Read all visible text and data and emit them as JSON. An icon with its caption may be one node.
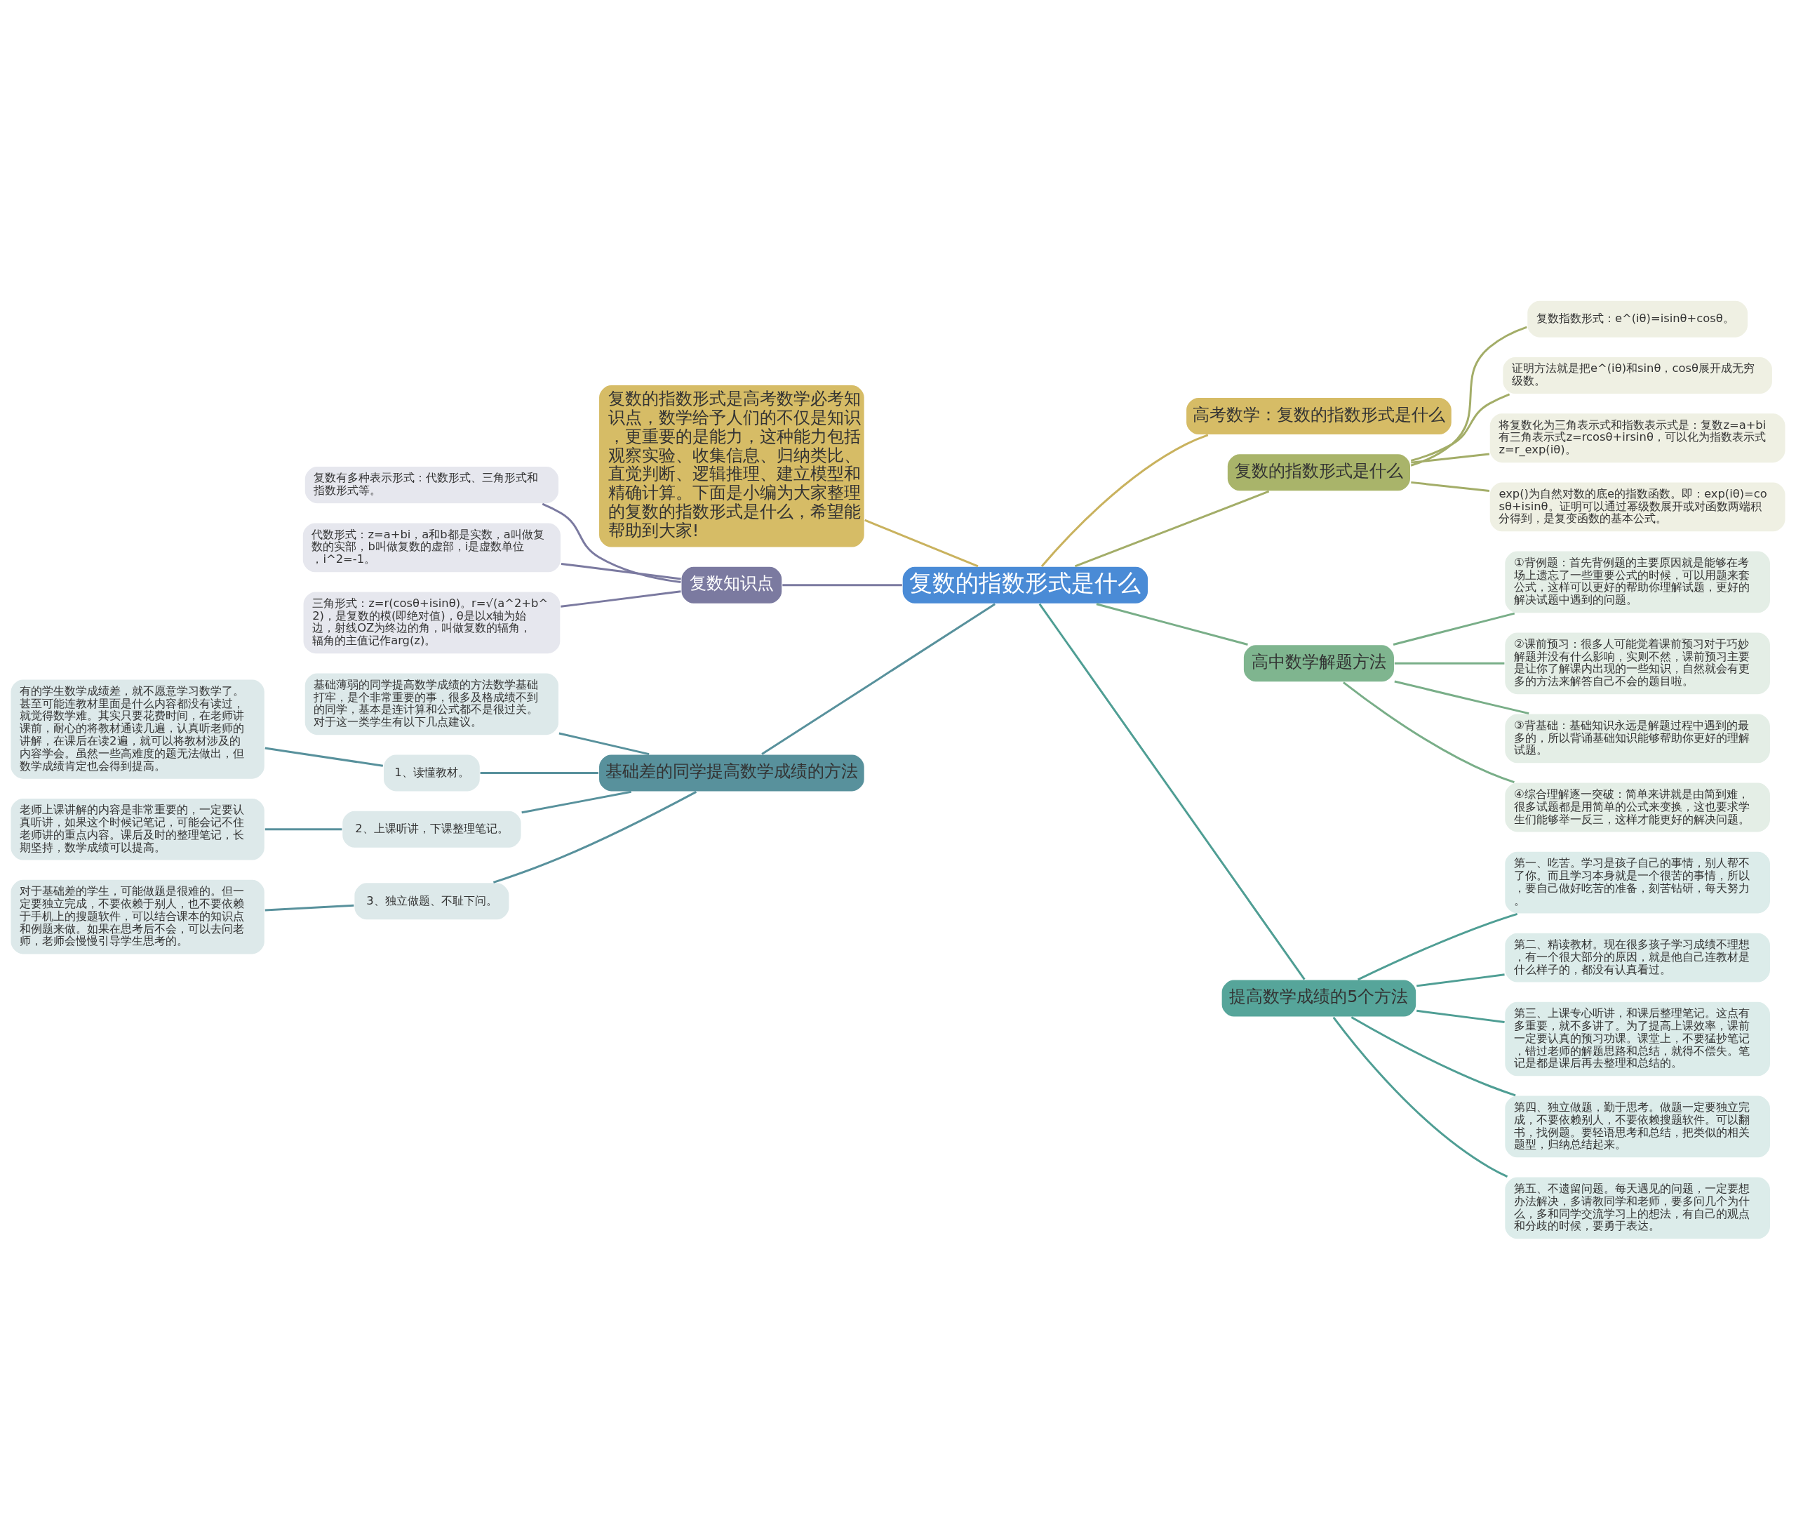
{
  "diagram": {
    "nodes": [
      {
        "text": [
          "复数的指数形式是什么"
        ]
      },
      {
        "text": [
          "复数的指数形式是高考数学必考知识点，数学给予人们的不仅是知识，更重要的是能力，这种能力包括观察实验、收集信息、归纳类比、直觉判断、逻辑推理、建立模型和精确计算。下面是小编为大家整理的复数的指数形式是什么，希望能帮助到大家!"
        ]
      },
      {
        "text": [
          "复数知识点"
        ]
      },
      {
        "text": [
          "复数有多种表示形式：代数形式、三角形式和指数形式等。"
        ]
      },
      {
        "text": [
          "代数形式：z=a+bi，a和b都是实数，a叫做复数的实部，b叫做复数的虚部，i是虚数单位，i^2=-1。"
        ]
      },
      {
        "text": [
          "三角形式：z=r(cosθ+isinθ)。r=√(a^2+b^2)，是复数的模(即绝对值)，θ是以x轴为始边，射线OZ为终边的角，叫做复数的辐角，辐角的主值记作arg(z)。"
        ]
      },
      {
        "text": [
          "基础差的同学提高数学成绩的方法"
        ]
      },
      {
        "text": [
          "基础薄弱的同学提高数学成绩的方法数学基础打牢，是个非常重要的事，很多及格成绩不到的同学，基本是连计算和公式都不是很过关。对于这一类学生有以下几点建议。"
        ]
      },
      {
        "text": [
          "1、读懂教材。"
        ]
      },
      {
        "text": [
          "有的学生数学成绩差，就不愿意学习数学了。甚至可能连教材里面是什么内容都没有读过，就觉得数学难。其实只要花费时间，在老师讲课前，耐心的将教材通读几遍，认真听老师的讲解，在课后在读2遍，就可以将教材涉及的内容学会。虽然一些高难度的题无法做出，但数学成绩肯定也会得到提高。"
        ]
      },
      {
        "text": [
          "2、上课听讲，下课整理笔记。"
        ]
      },
      {
        "text": [
          "老师上课讲解的内容是非常重要的，一定要认真听讲，如果这个时候记笔记，可能会记不住老师讲的重点内容。课后及时的整理笔记，长期坚持，数学成绩可以提高。"
        ]
      },
      {
        "text": [
          "3、独立做题、不耻下问。"
        ]
      },
      {
        "text": [
          "对于基础差的学生，可能做题是很难的。但一定要独立完成，不要依赖于别人，也不要依赖于手机上的搜题软件，可以结合课本的知识点和例题来做。如果在思考后不会，可以去问老师，老师会慢慢引导学生思考的。"
        ]
      },
      {
        "text": [
          "高考数学：复数的指数形式是什么"
        ]
      },
      {
        "text": [
          "复数的指数形式是什么"
        ]
      },
      {
        "text": [
          "复数指数形式：e^(iθ)=isinθ+cosθ。"
        ]
      },
      {
        "text": [
          "证明方法就是把e^(iθ)和sinθ，cosθ展开成无穷级数。"
        ]
      },
      {
        "text": [
          "将复数化为三角表示式和指数表示式是：复数z=a+bi有三角表示式z=rcosθ+irsinθ，可以化为指数表示式z=r_exp(iθ)。"
        ]
      },
      {
        "text": [
          "exp()为自然对数的底e的指数函数。即：exp(iθ)=cosθ+isinθ。证明可以通过幂级数展开或对函数两端积分得到，是复变函数的基本公式。"
        ]
      },
      {
        "text": [
          "高中数学解题方法"
        ]
      },
      {
        "text": [
          "①背例题：首先背例题的主要原因就是能够在考场上遗忘了一些重要公式的时候，可以用题来套公式，这样可以更好的帮助你理解试题，更好的解决试题中遇到的问题。"
        ]
      },
      {
        "text": [
          "②课前预习：很多人可能觉着课前预习对于巧妙解题并没有什么影响，实则不然，课前预习主要是让你了解课内出现的一些知识，自然就会有更多的方法来解答自己不会的题目啦。"
        ]
      },
      {
        "text": [
          "③背基础：基础知识永远是解题过程中遇到的最多的，所以背诵基础知识能够帮助你更好的理解试题。"
        ]
      },
      {
        "text": [
          "④综合理解逐一突破：简单来讲就是由简到难，很多试题都是用简单的公式来变换，这也要求学生们能够举一反三，这样才能更好的解决问题。"
        ]
      },
      {
        "text": [
          "提高数学成绩的5个方法"
        ]
      },
      {
        "text": [
          "第一、吃苦。学习是孩子自己的事情，别人帮不了你。而且学习本身就是一个很苦的事情，所以，要自己做好吃苦的准备，刻苦钻研，每天努力。"
        ]
      },
      {
        "text": [
          "第二、精读教材。现在很多孩子学习成绩不理想，有一个很大部分的原因，就是他自己连教材是什么样子的，都没有认真看过。"
        ]
      },
      {
        "text": [
          "第三、上课专心听讲，和课后整理笔记。这点有多重要，就不多讲了。为了提高上课效率，课前一定要认真的预习功课。课堂上，不要猛抄笔记，错过老师的解题思路和总结，就得不偿失。笔记是都是课后再去整理和总结的。"
        ]
      },
      {
        "text": [
          "第四、独立做题，勤于思考。做题一定要独立完成，不要依赖别人，不要依赖搜题软件。可以翻书，找例题。要轻语思考和总结，把类似的相关题型，归纳总结起来。"
        ]
      },
      {
        "text": [
          "第五、不遗留问题。每天遇见的问题，一定要想办法解决，多请教同学和老师，要多问几个为什么，多和同学交流学习上的想法，有自己的观点和分歧的时候，要勇于表达。"
        ]
      }
    ],
    "edges": [
      {
        "from": 0,
        "to": 1,
        "arrow": "none",
        "color": "#c9b25e"
      },
      {
        "from": 0,
        "to": 2,
        "arrow": "none",
        "color": "#7b7aa0"
      },
      {
        "from": 2,
        "to": 3,
        "arrow": "none",
        "color": "#7b7aa0"
      },
      {
        "from": 2,
        "to": 4,
        "arrow": "none",
        "color": "#7b7aa0"
      },
      {
        "from": 2,
        "to": 5,
        "arrow": "none",
        "color": "#7b7aa0"
      },
      {
        "from": 0,
        "to": 6,
        "arrow": "none"
      },
      {
        "from": 6,
        "to": 7,
        "arrow": "none"
      },
      {
        "from": 6,
        "to": 8,
        "arrow": "none"
      },
      {
        "from": 8,
        "to": 9,
        "arrow": "none"
      },
      {
        "from": 6,
        "to": 10,
        "arrow": "none"
      },
      {
        "from": 10,
        "to": 11,
        "arrow": "none"
      },
      {
        "from": 6,
        "to": 12,
        "arrow": "none"
      },
      {
        "from": 12,
        "to": 13,
        "arrow": "none"
      },
      {
        "from": 0,
        "to": 14,
        "arrow": "none",
        "color": "#c9b25e"
      },
      {
        "from": 0,
        "to": 15,
        "arrow": "none",
        "color": "#a3ad68"
      },
      {
        "from": 15,
        "to": 16,
        "arrow": "none",
        "color": "#a3ad68"
      },
      {
        "from": 15,
        "to": 17,
        "arrow": "none",
        "color": "#a3ad68"
      },
      {
        "from": 15,
        "to": 18,
        "arrow": "none",
        "color": "#a3ad68"
      },
      {
        "from": 15,
        "to": 19,
        "arrow": "none",
        "color": "#a3ad68"
      },
      {
        "from": 0,
        "to": 20,
        "arrow": "none",
        "color": "#79ae88"
      },
      {
        "from": 20,
        "to": 21,
        "arrow": "none",
        "color": "#79ae88"
      },
      {
        "from": 20,
        "to": 22,
        "arrow": "none",
        "color": "#79ae88"
      },
      {
        "from": 20,
        "to": 23,
        "arrow": "none",
        "color": "#79ae88"
      },
      {
        "from": 20,
        "to": 24,
        "arrow": "none",
        "color": "#79ae88"
      },
      {
        "from": 0,
        "to": 25,
        "arrow": "none",
        "color": "#4f9e94"
      },
      {
        "from": 25,
        "to": 26,
        "arrow": "none",
        "color": "#4f9e94"
      },
      {
        "from": 25,
        "to": 27,
        "arrow": "none",
        "color": "#4f9e94"
      },
      {
        "from": 25,
        "to": 28,
        "arrow": "none",
        "color": "#4f9e94"
      },
      {
        "from": 25,
        "to": 29,
        "arrow": "none",
        "color": "#4f9e94"
      },
      {
        "from": 25,
        "to": 30,
        "arrow": "none",
        "color": "#4f9e94"
      }
    ]
  }
}
